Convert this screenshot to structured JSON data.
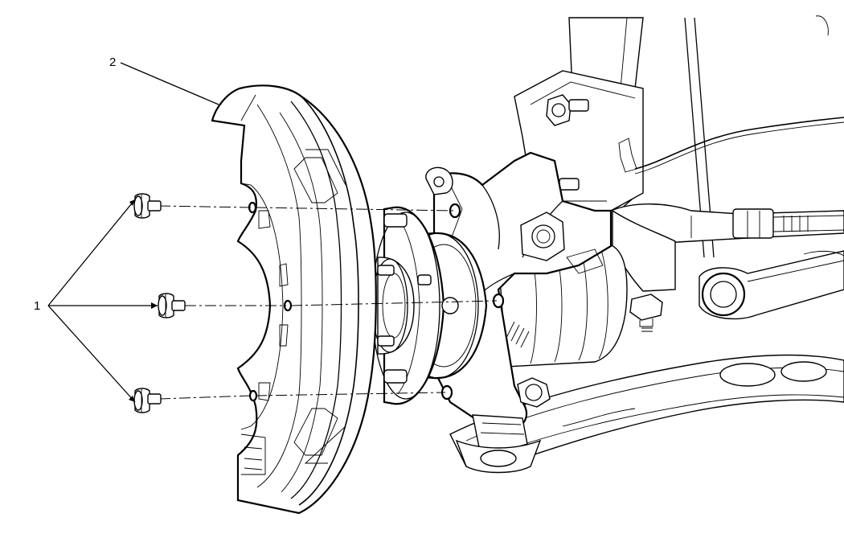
{
  "callouts": [
    {
      "number": "1",
      "name": "splash-shield-bolts"
    },
    {
      "number": "2",
      "name": "splash-shield"
    }
  ],
  "colors": {
    "line": "#000000",
    "background": "#ffffff"
  }
}
